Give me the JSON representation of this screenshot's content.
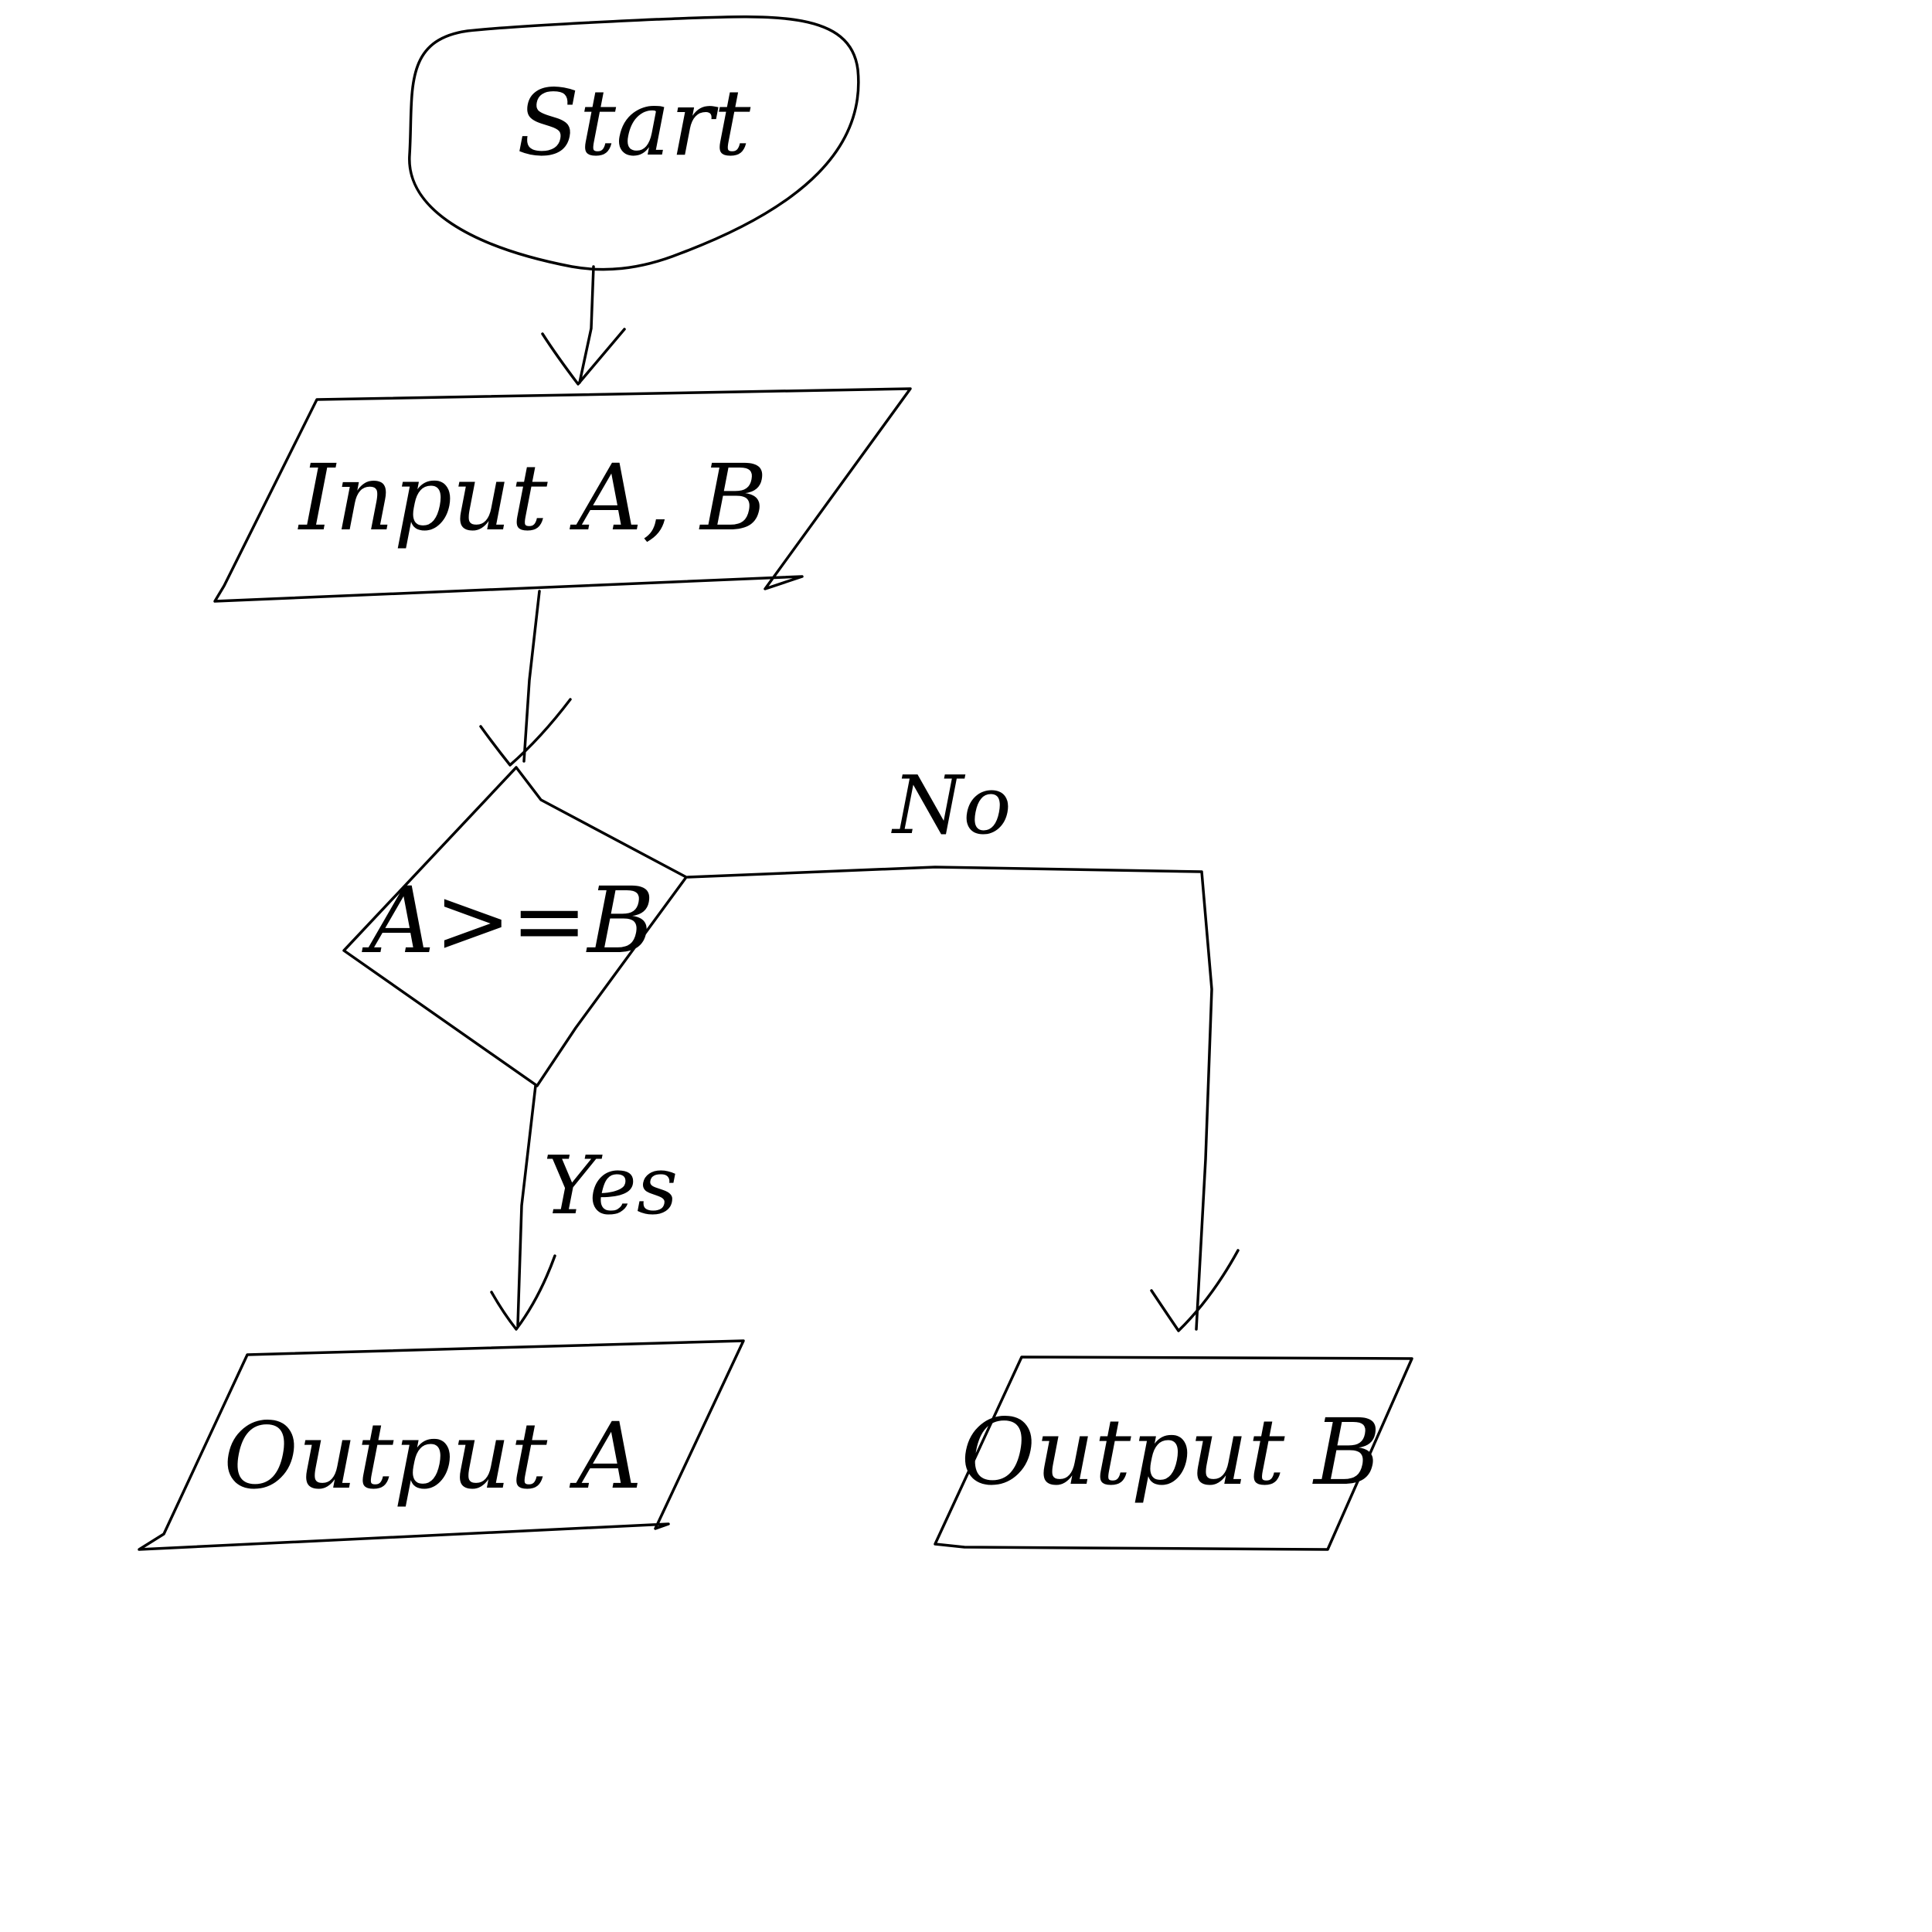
{
  "diagram": {
    "type": "flowchart",
    "style": "hand-drawn",
    "stroke_color": "#000000",
    "background": "#ffffff",
    "nodes": [
      {
        "id": "start",
        "shape": "ellipse",
        "label": "Start"
      },
      {
        "id": "input",
        "shape": "parallelogram",
        "label": "Input  A, B"
      },
      {
        "id": "decision",
        "shape": "diamond",
        "label": "A>=B"
      },
      {
        "id": "output_a",
        "shape": "parallelogram",
        "label": "Output A"
      },
      {
        "id": "output_b",
        "shape": "parallelogram",
        "label": "Output B"
      }
    ],
    "edges": [
      {
        "from": "start",
        "to": "input",
        "label": ""
      },
      {
        "from": "input",
        "to": "decision",
        "label": ""
      },
      {
        "from": "decision",
        "to": "output_a",
        "label": "Yes"
      },
      {
        "from": "decision",
        "to": "output_b",
        "label": "No"
      }
    ]
  }
}
